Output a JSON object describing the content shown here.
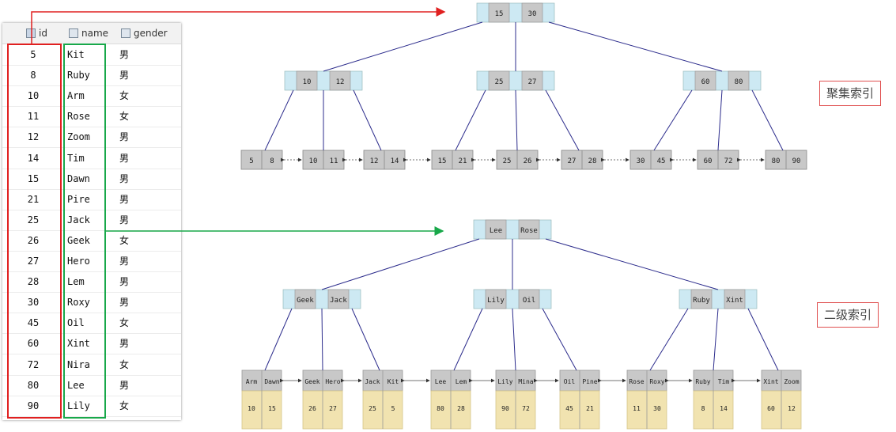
{
  "table": {
    "headers": {
      "id": "id",
      "name": "name",
      "gender": "gender"
    },
    "rows": [
      {
        "id": "5",
        "name": "Kit",
        "gender": "男"
      },
      {
        "id": "8",
        "name": "Ruby",
        "gender": "男"
      },
      {
        "id": "10",
        "name": "Arm",
        "gender": "女"
      },
      {
        "id": "11",
        "name": "Rose",
        "gender": "女"
      },
      {
        "id": "12",
        "name": "Zoom",
        "gender": "男"
      },
      {
        "id": "14",
        "name": "Tim",
        "gender": "男"
      },
      {
        "id": "15",
        "name": "Dawn",
        "gender": "男"
      },
      {
        "id": "21",
        "name": "Pire",
        "gender": "男"
      },
      {
        "id": "25",
        "name": "Jack",
        "gender": "男"
      },
      {
        "id": "26",
        "name": "Geek",
        "gender": "女"
      },
      {
        "id": "27",
        "name": "Hero",
        "gender": "男"
      },
      {
        "id": "28",
        "name": "Lem",
        "gender": "男"
      },
      {
        "id": "30",
        "name": "Roxy",
        "gender": "男"
      },
      {
        "id": "45",
        "name": "Oil",
        "gender": "女"
      },
      {
        "id": "60",
        "name": "Xint",
        "gender": "男"
      },
      {
        "id": "72",
        "name": "Nira",
        "gender": "女"
      },
      {
        "id": "80",
        "name": "Lee",
        "gender": "男"
      },
      {
        "id": "90",
        "name": "Lily",
        "gender": "女"
      }
    ]
  },
  "labels": {
    "clustered": "聚集索引",
    "secondary": "二级索引"
  },
  "colors": {
    "node_gray": "#c8c8c8",
    "node_blue": "#cde9f3",
    "leaf_yellow": "#f1e3b0",
    "edge": "#2c2c8c",
    "red_arrow": "#e02020",
    "green_arrow": "#18a84a"
  },
  "clustered": {
    "root": [
      "15",
      "30"
    ],
    "internal": [
      [
        "10",
        "12"
      ],
      [
        "25",
        "27"
      ],
      [
        "60",
        "80"
      ]
    ],
    "leaves": [
      [
        "5",
        "8"
      ],
      [
        "10",
        "11"
      ],
      [
        "12",
        "14"
      ],
      [
        "15",
        "21"
      ],
      [
        "25",
        "26"
      ],
      [
        "27",
        "28"
      ],
      [
        "30",
        "45"
      ],
      [
        "60",
        "72"
      ],
      [
        "80",
        "90"
      ]
    ]
  },
  "secondary": {
    "root": [
      "Lee",
      "Rose"
    ],
    "internal": [
      [
        "Geek",
        "Jack"
      ],
      [
        "Lily",
        "Oil"
      ],
      [
        "Ruby",
        "Xint"
      ]
    ],
    "leaves": [
      {
        "keys": [
          "Arm",
          "Dawn"
        ],
        "ids": [
          "10",
          "15"
        ]
      },
      {
        "keys": [
          "Geek",
          "Hero"
        ],
        "ids": [
          "26",
          "27"
        ]
      },
      {
        "keys": [
          "Jack",
          "Kit"
        ],
        "ids": [
          "25",
          "5"
        ]
      },
      {
        "keys": [
          "Lee",
          "Lem"
        ],
        "ids": [
          "80",
          "28"
        ]
      },
      {
        "keys": [
          "Lily",
          "Mina"
        ],
        "ids": [
          "90",
          "72"
        ]
      },
      {
        "keys": [
          "Oil",
          "Pine"
        ],
        "ids": [
          "45",
          "21"
        ]
      },
      {
        "keys": [
          "Rose",
          "Roxy"
        ],
        "ids": [
          "11",
          "30"
        ]
      },
      {
        "keys": [
          "Ruby",
          "Tim"
        ],
        "ids": [
          "8",
          "14"
        ]
      },
      {
        "keys": [
          "Xint",
          "Zoom"
        ],
        "ids": [
          "60",
          "12"
        ]
      }
    ]
  }
}
